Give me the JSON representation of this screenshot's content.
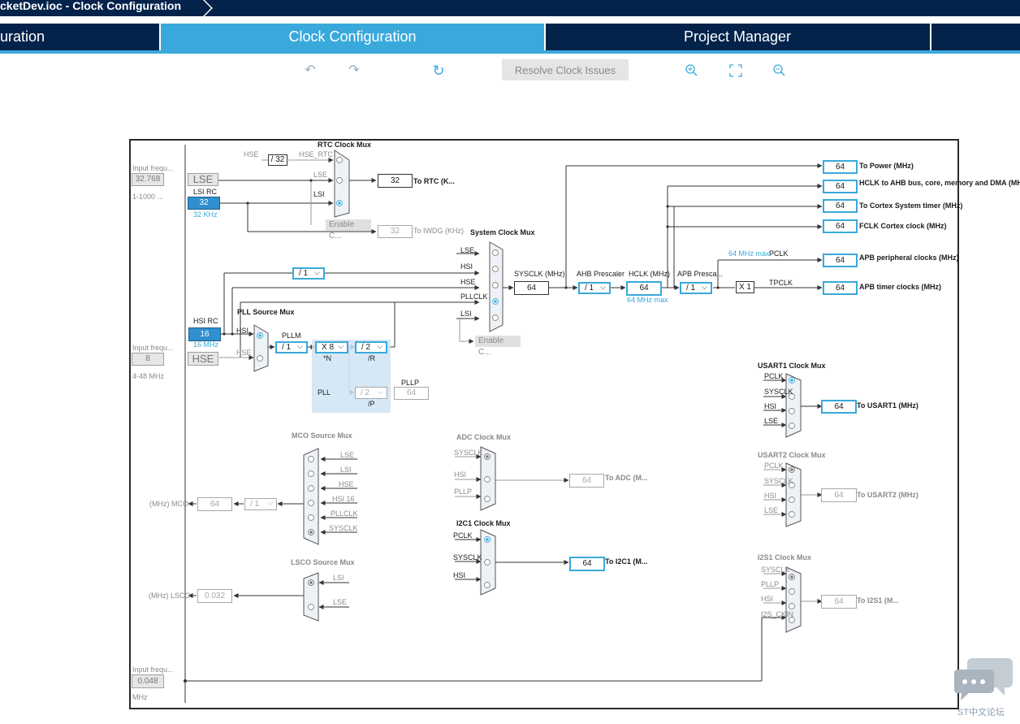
{
  "window": {
    "title": "cketDev.ioc - Clock Configuration"
  },
  "tabs": [
    {
      "label": "uration"
    },
    {
      "label": "Clock Configuration"
    },
    {
      "label": "Project Manager"
    }
  ],
  "toolbar": {
    "resolve": "Resolve Clock Issues",
    "undo_icon": "undo-icon",
    "redo_icon": "redo-icon",
    "refresh_icon": "refresh-icon",
    "zoom_in_icon": "zoom-in-icon",
    "fit_icon": "fit-icon",
    "zoom_out_icon": "zoom-out-icon"
  },
  "inputs": {
    "lse": {
      "caption": "Input frequ...",
      "value": "32.768",
      "range": "1-1000 ...",
      "name": "LSE"
    },
    "hse": {
      "caption": "Input frequ...",
      "value": "8",
      "range": "4-48 MHz",
      "name": "HSE"
    },
    "i2s": {
      "caption": "Input frequ...",
      "value": "0.048",
      "unit": "MHz"
    }
  },
  "lsi": {
    "title": "LSI RC",
    "value": "32",
    "freq": "32 KHz"
  },
  "hsi": {
    "title": "HSI RC",
    "value": "16",
    "freq": "16 MHz"
  },
  "rtc": {
    "mux_title": "RTC Clock Mux",
    "hse_label": "HSE",
    "div": "/ 32",
    "hse_rtc": "HSE_RTC",
    "lse": "LSE",
    "lsi": "LSI",
    "out": "32",
    "out_label": "To RTC (K...",
    "enable": "Enable C...",
    "iwdg": "32",
    "iwdg_label": "To IWDG (KHz)"
  },
  "sysmux": {
    "title": "System Clock Mux",
    "inputs": [
      "LSE",
      "HSI",
      "HSE",
      "PLLCLK",
      "LSI"
    ],
    "hsi_div": "/ 1",
    "enable": "Enable C..."
  },
  "pll": {
    "mux_title": "PLL Source Mux",
    "hsi": "HSI",
    "hse": "HSE",
    "m_label": "PLLM",
    "m": "/ 1",
    "n": "X 8",
    "n_label": "*N",
    "r": "/ 2",
    "r_label": "/R",
    "p": "/ 2",
    "p_label": "/P",
    "block": "PLL",
    "pllp_label": "PLLP",
    "pllp": "64"
  },
  "sysclk": {
    "label": "SYSCLK (MHz)",
    "value": "64"
  },
  "ahb": {
    "label": "AHB Prescaler",
    "div": "/ 1",
    "hclk_label": "HCLK (MHz)",
    "hclk": "64",
    "max": "64 MHz max"
  },
  "apb": {
    "label": "APB Presca...",
    "div": "/ 1",
    "max": "64 MHz max",
    "pclk": "PCLK",
    "x": "X 1",
    "tpclk": "TPCLK"
  },
  "outputs": [
    {
      "value": "64",
      "label": "To Power (MHz)"
    },
    {
      "value": "64",
      "label": "HCLK to AHB bus, core, memory and DMA (MHz)"
    },
    {
      "value": "64",
      "label": "To Cortex System timer (MHz)"
    },
    {
      "value": "64",
      "label": "FCLK Cortex clock (MHz)"
    },
    {
      "value": "64",
      "label": "APB peripheral clocks (MHz)"
    },
    {
      "value": "64",
      "label": "APB timer clocks (MHz)"
    }
  ],
  "usart1": {
    "title": "USART1 Clock Mux",
    "inputs": [
      "PCLK",
      "SYSCLK",
      "HSI",
      "LSE"
    ],
    "value": "64",
    "label": "To USART1 (MHz)"
  },
  "usart2": {
    "title": "USART2 Clock Mux",
    "inputs": [
      "PCLK",
      "SYSCLK",
      "HSI",
      "LSE"
    ],
    "value": "64",
    "label": "To USART2 (MHz)"
  },
  "i2s1": {
    "title": "I2S1 Clock Mux",
    "inputs": [
      "SYSCLK",
      "PLLP",
      "HSI",
      "I2S_CKIN"
    ],
    "value": "64",
    "label": "To I2S1 (M..."
  },
  "adc": {
    "title": "ADC Clock Mux",
    "inputs": [
      "SYSCLK",
      "HSI",
      "PLLP"
    ],
    "value": "64",
    "label": "To ADC (M..."
  },
  "i2c1": {
    "title": "I2C1 Clock Mux",
    "inputs": [
      "PCLK",
      "SYSCLK",
      "HSI"
    ],
    "value": "64",
    "label": "To I2C1 (M..."
  },
  "mco": {
    "title": "MCO Source Mux",
    "inputs": [
      "LSE",
      "LSI",
      "HSE",
      "HSI 16",
      "PLLCLK",
      "SYSCLK"
    ],
    "div": "/ 1",
    "value": "64",
    "label": "(MHz) MCO"
  },
  "lsco": {
    "title": "LSCO Source Mux",
    "inputs": [
      "LSI",
      "LSE"
    ],
    "value": "0.032",
    "label": "(MHz) LSCO"
  },
  "watermark": {
    "text": "ST中文论坛"
  }
}
